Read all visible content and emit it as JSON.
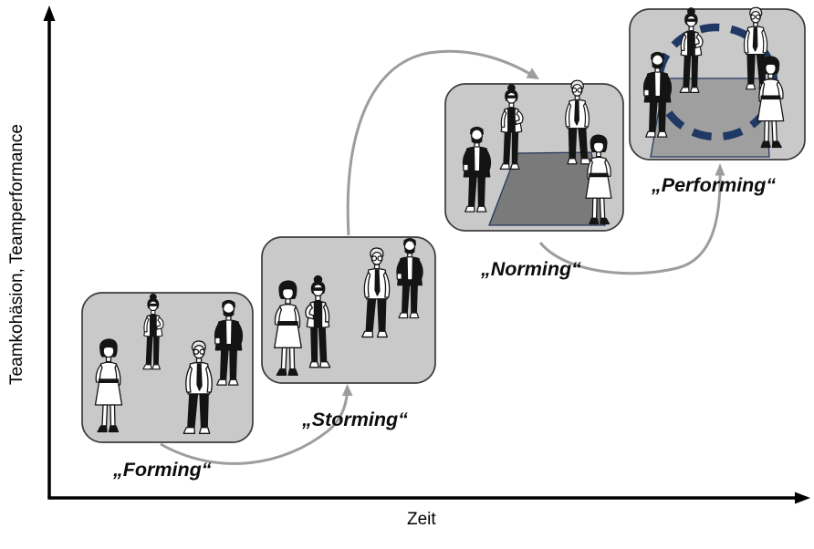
{
  "diagram": {
    "axes": {
      "y_label": "Teamkohäsion, Teamperformance",
      "x_label": "Zeit"
    },
    "stages": [
      {
        "id": "forming",
        "label": "„Forming“"
      },
      {
        "id": "storming",
        "label": "„Storming“"
      },
      {
        "id": "norming",
        "label": "„Norming“"
      },
      {
        "id": "performing",
        "label": "„Performing“"
      }
    ],
    "people_icons": [
      "woman-dress-icon",
      "woman-ponytail-sunglasses-icon",
      "older-man-glasses-tie-icon",
      "bearded-man-jacket-icon"
    ],
    "colors": {
      "box_fill": "#c9c9c9",
      "box_border": "#3c3c3c",
      "arrow": "#9d9d9d",
      "axis": "#000000",
      "table_dark": "#7a7a7a",
      "table_light": "#9f9f9f",
      "table_border": "#24365e",
      "team_circle": "#1f3864",
      "label_text": "#0d0d0d"
    }
  }
}
